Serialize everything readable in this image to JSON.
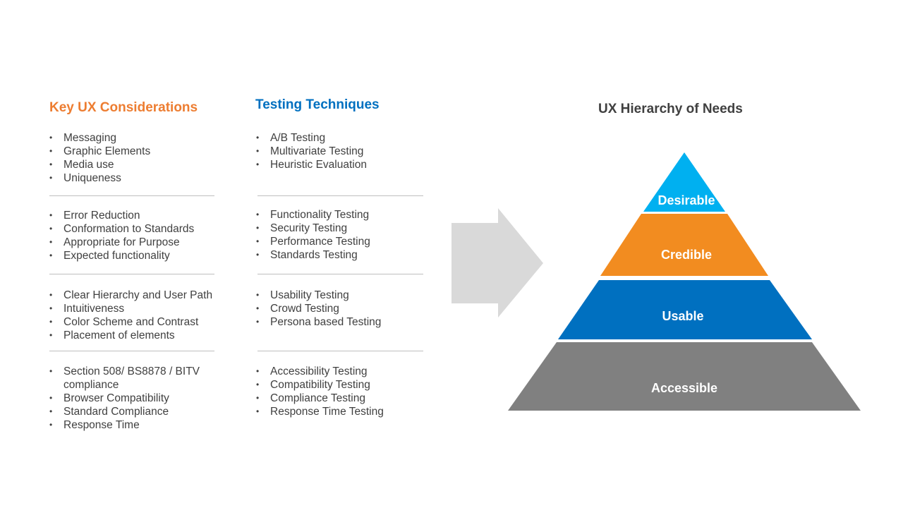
{
  "considerations": {
    "title": "Key UX Considerations",
    "title_color": "#ed7d31",
    "groups": [
      [
        "Messaging",
        "Graphic Elements",
        "Media use",
        "Uniqueness"
      ],
      [
        "Error Reduction",
        "Conformation to Standards",
        "Appropriate for Purpose",
        "Expected functionality"
      ],
      [
        "Clear Hierarchy and User Path",
        "Intuitiveness",
        "Color Scheme and Contrast",
        "Placement of elements"
      ],
      [
        "Section 508/ BS8878 / BITV compliance",
        "Browser Compatibility",
        "Standard Compliance",
        "Response Time"
      ]
    ]
  },
  "techniques": {
    "title": "Testing Techniques",
    "title_color": "#0070c0",
    "groups": [
      [
        "A/B Testing",
        "Multivariate Testing",
        "Heuristic Evaluation"
      ],
      [
        "Functionality Testing",
        "Security Testing",
        "Performance Testing",
        "Standards Testing"
      ],
      [
        "Usability Testing",
        "Crowd Testing",
        "Persona based Testing"
      ],
      [
        "Accessibility Testing",
        "Compatibility Testing",
        "Compliance Testing",
        "Response Time Testing"
      ]
    ]
  },
  "pyramid": {
    "title": "UX Hierarchy  of Needs",
    "levels": [
      {
        "label": "Desirable",
        "color": "#00b0f0"
      },
      {
        "label": "Credible",
        "color": "#f28c20"
      },
      {
        "label": "Usable",
        "color": "#0070c0"
      },
      {
        "label": "Accessible",
        "color": "#808080"
      }
    ]
  },
  "arrow_color": "#d9d9d9"
}
